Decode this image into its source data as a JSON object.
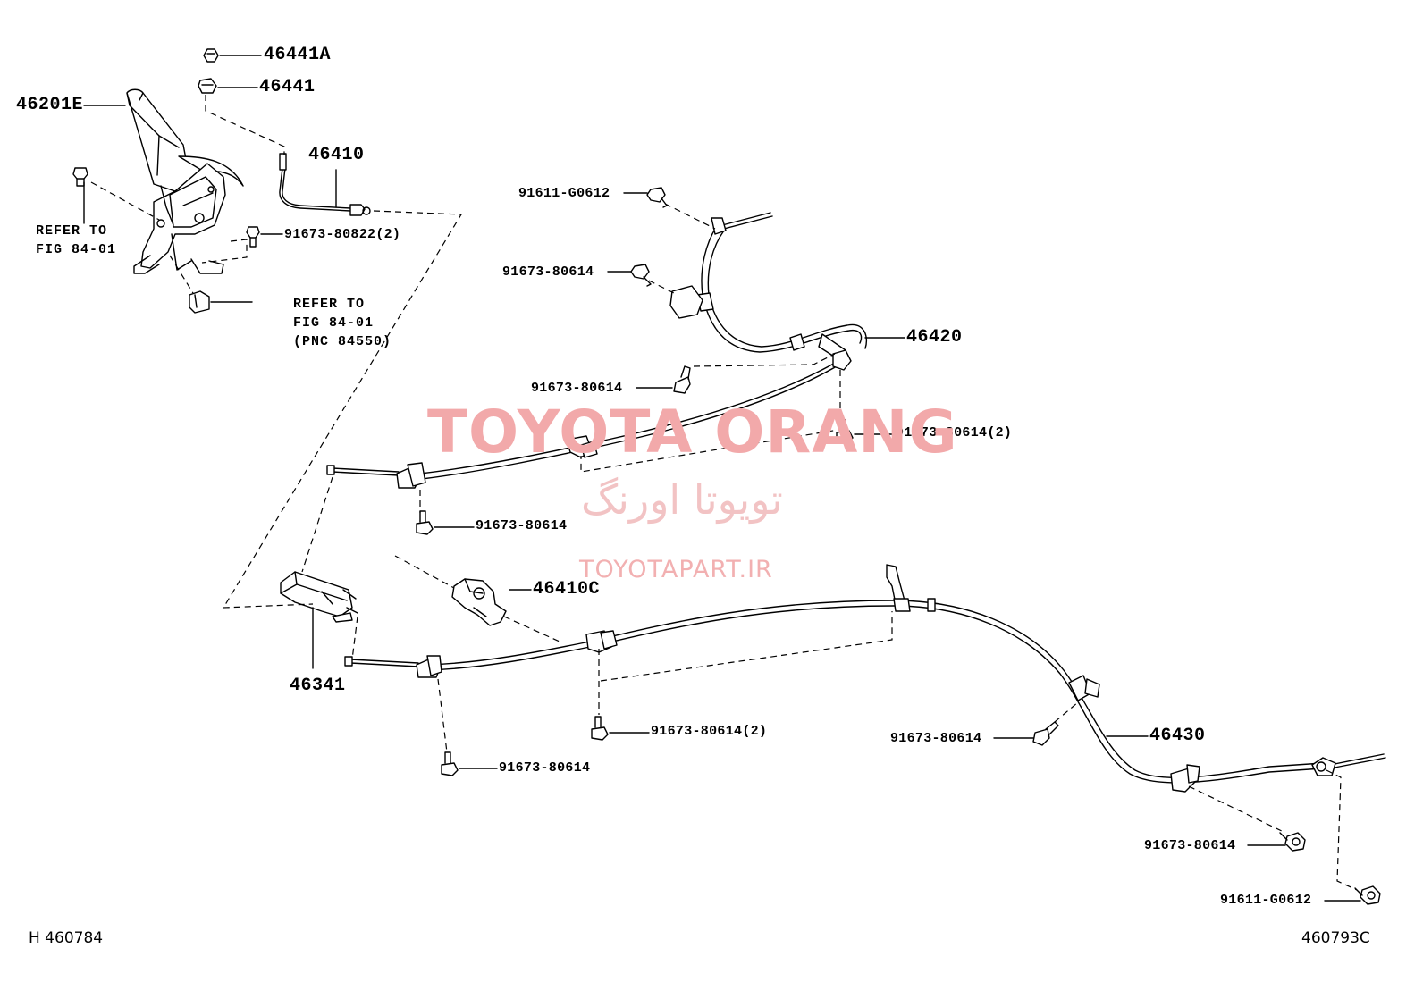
{
  "labels": {
    "p46441A": "46441A",
    "p46441": "46441",
    "p46201E": "46201E",
    "p46410": "46410",
    "refer_fig_left": [
      "REFER TO",
      "FIG 84-01"
    ],
    "b9167380822": "91673-80822(2)",
    "refer_fig_mid": [
      "REFER TO",
      "FIG 84-01",
      "(PNC 84550)"
    ],
    "b91611G0612_top": "91611-G0612",
    "b9167380614_a": "91673-80614",
    "p46420": "46420",
    "b9167380614_b": "91673-80614",
    "b9167380614_2_a": "91673-80614(2)",
    "b9167380614_c": "91673-80614",
    "p46410C": "46410C",
    "p46341": "46341",
    "b9167380614_2_b": "91673-80614(2)",
    "b9167380614_d": "91673-80614",
    "b9167380614_e": "91673-80614",
    "p46430": "46430",
    "b9167380614_f": "91673-80614",
    "b91611G0612_bot": "91611-G0612"
  },
  "watermark": {
    "brand": "TOYOTA ORANG",
    "brand_fa": "تویوتا اورنگ",
    "site": "TOYOTAPART.IR"
  },
  "corners": {
    "left": "H 460784",
    "right": "460793C"
  },
  "colors": {
    "line": "#000000",
    "watermark_main": "#f2a9aa",
    "watermark_fa": "#f2c3c4"
  }
}
